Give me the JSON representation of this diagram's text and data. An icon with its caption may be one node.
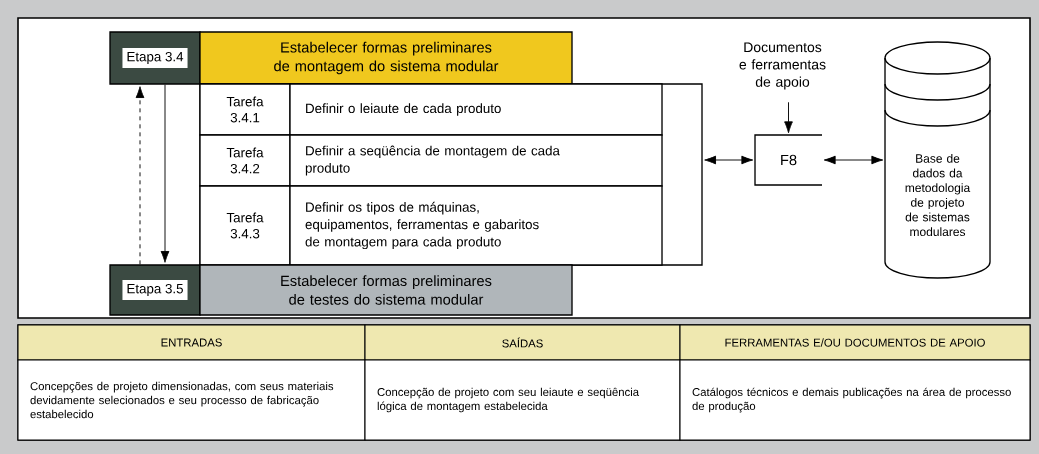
{
  "diagram": {
    "nodes": [
      {
        "text": [
          "Etapa 3.4"
        ]
      },
      {
        "text": [
          "Estabelecer formas preliminares de montagem do sistema modular"
        ]
      },
      {
        "text": [],
        "shape": "box"
      },
      {
        "text": [
          "Tarefa 3.4.1"
        ],
        "in": 2
      },
      {
        "text": [
          "Definir o leiaute de cada produto"
        ],
        "in": 2
      },
      {
        "text": [
          "Tarefa 3.4.2"
        ],
        "in": 2
      },
      {
        "text": [
          "Definir a seqüência de montagem de cada produto"
        ],
        "in": 2
      },
      {
        "text": [
          "Tarefa 3.4.3"
        ],
        "in": 2
      },
      {
        "text": [
          "Definir os tipos de máquinas, equipamentos, ferramentas e gabaritos de montagem para cada produto"
        ],
        "in": 2
      },
      {
        "text": [
          "Etapa 3.5"
        ]
      },
      {
        "text": [
          "Estabelecer formas preliminares de testes do sistema modular"
        ]
      },
      {
        "text": [
          "Documentos e ferramentas de apoio"
        ]
      },
      {
        "text": [
          "F8"
        ]
      },
      {
        "text": [
          "Base de dados da metodologia de projeto de sistemas modulares"
        ]
      }
    ],
    "edges": [
      {
        "from": 0,
        "to": 9,
        "arrow": "to"
      },
      {
        "from": 9,
        "to": 0,
        "arrow": "to",
        "style": "dashed"
      },
      {
        "from": 2,
        "to": 12,
        "arrow": "both"
      },
      {
        "from": 11,
        "to": 12,
        "arrow": "to"
      },
      {
        "from": 12,
        "to": 13,
        "arrow": "both"
      }
    ],
    "labels": [
      "ENTRADAS",
      "SAÍDAS",
      "FERRAMENTAS E/OU DOCUMENTOS DE APOIO",
      "Concepções de projeto dimensionadas, com seus materiais devidamente selecionados e seu processo de fabricação estabelecido",
      "Concepção de projeto com seu leiaute e seqüência lógica de montagem estabelecida",
      "Catálogos técnicos e demais publicações na área de processo de produção"
    ]
  }
}
